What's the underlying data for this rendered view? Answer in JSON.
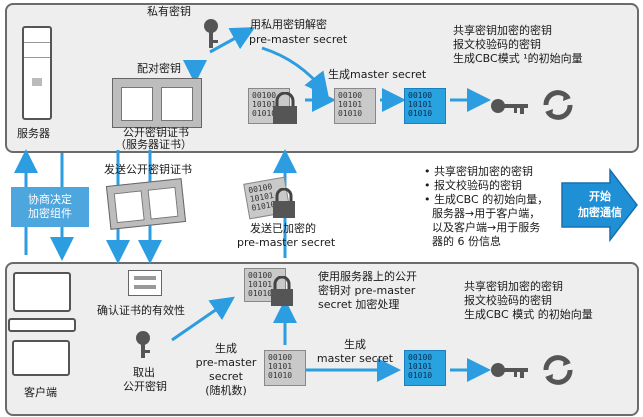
{
  "labels": {
    "server": "服务器",
    "client": "客户端",
    "private_key": "私有密钥",
    "decrypt_with_private": "用私用密钥解密",
    "pre_master_secret": "pre-master secret",
    "key_pair": "配对密钥",
    "public_cert": "公开密钥证书",
    "server_cert": "（服务器证书）",
    "gen_master_secret": "生成master secret",
    "send_cert": "发送公开密钥证书",
    "negotiate_line1": "协商决定",
    "negotiate_line2": "加密组件",
    "send_encrypted_line1": "发送已加密的",
    "send_encrypted_line2": "pre-master secret",
    "verify_cert": "确认证书的有效性",
    "extract_line1": "取出",
    "extract_line2": "公开密钥",
    "gen_pre_line1": "生成",
    "gen_pre_line2": "pre-master",
    "gen_pre_line3": "secret",
    "gen_pre_line4": "(随机数)",
    "client_encrypt_line1": "使用服务器上的公开",
    "client_encrypt_line2": "密钥对 pre-master",
    "client_encrypt_line3": "secret 加密处理",
    "client_gen_line1": "生成",
    "client_gen_line2": "master secret",
    "start_line1": "开始",
    "start_line2": "加密通信"
  },
  "server_results": {
    "line1": "共享密钥加密的密钥",
    "line2": "报文校验码的密钥",
    "line3": "生成CBC模式 ¹的初始向量"
  },
  "client_results": {
    "line1": "共享密钥加密的密钥",
    "line2": "报文校验码的密钥",
    "line3": "生成CBC 模式 的初始向量"
  },
  "middle_bullets": {
    "b1": "• 共享密钥加密的密钥",
    "b2": "• 报文校验码的密钥",
    "b3": "• 生成CBC 的初始向量，",
    "b4": "服务器→用于客户端，",
    "b5": "以及客户端→用于服务",
    "b6": "器的 6 份信息"
  },
  "binary": {
    "r1": "00100",
    "r2": "10101",
    "r3": "01010",
    "b1": "00100",
    "b2": "10101",
    "b3": "01010"
  },
  "colors": {
    "arrow_blue": "#2b9de0",
    "panel_gray": "#eeeeee",
    "start_blue": "#1f8fd6"
  }
}
